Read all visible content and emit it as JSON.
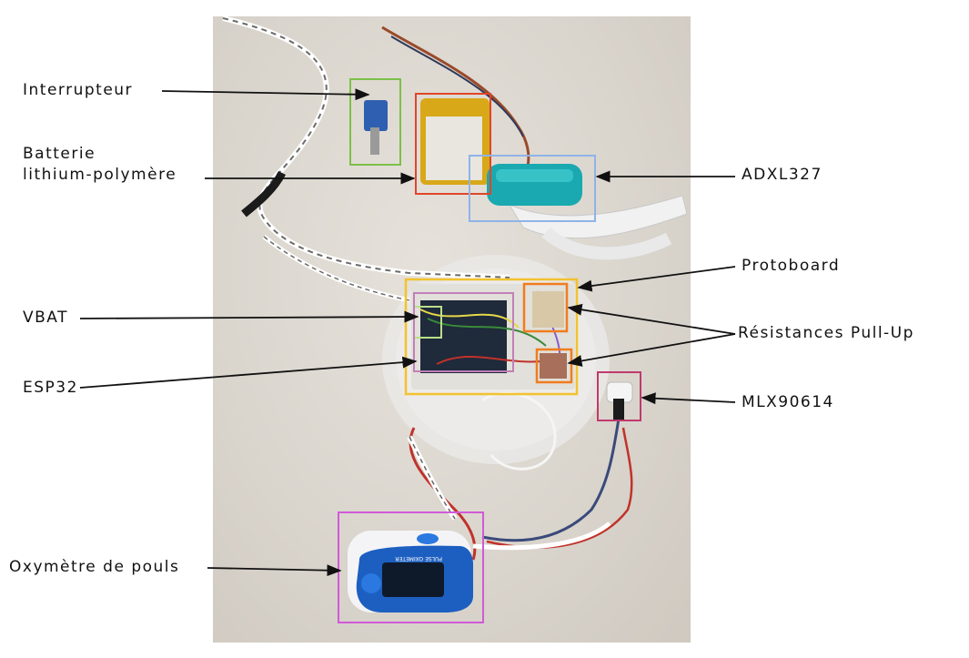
{
  "labels": {
    "interrupteur": "Interrupteur",
    "batterie_line1": "Batterie",
    "batterie_line2": "lithium-polymère",
    "adxl": "ADXL327",
    "protoboard": "Protoboard",
    "vbat": "VBAT",
    "resistances": "Résistances Pull-Up",
    "esp32": "ESP32",
    "mlx": "MLX90614",
    "oxymetre": "Oxymètre de pouls"
  },
  "device_text": {
    "oximeter_brand": "PULSE OXIMETER"
  },
  "colors": {
    "interrupteur": "#7cc04a",
    "batterie": "#e0452a",
    "adxl": "#8fb3e8",
    "protoboard": "#f2c230",
    "resistances": "#ef7d1f",
    "vbat": "#b9df8a",
    "esp32": "#c080b8",
    "mlx": "#c0396e",
    "oxymetre": "#d05ad6"
  }
}
